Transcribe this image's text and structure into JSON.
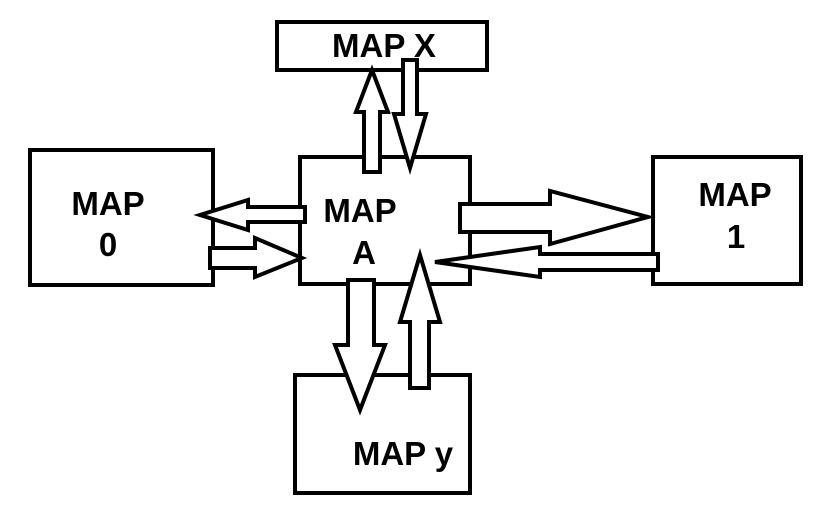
{
  "nodes": {
    "map_x": {
      "line1": "MAP X"
    },
    "map_0": {
      "line1": "MAP",
      "line2": "0"
    },
    "map_a": {
      "line1": "MAP",
      "line2": "A"
    },
    "map_1": {
      "line1": "MAP",
      "line2": "1"
    },
    "map_y": {
      "line1": "MAP y"
    }
  },
  "colors": {
    "stroke": "#000000",
    "fill": "#ffffff"
  }
}
